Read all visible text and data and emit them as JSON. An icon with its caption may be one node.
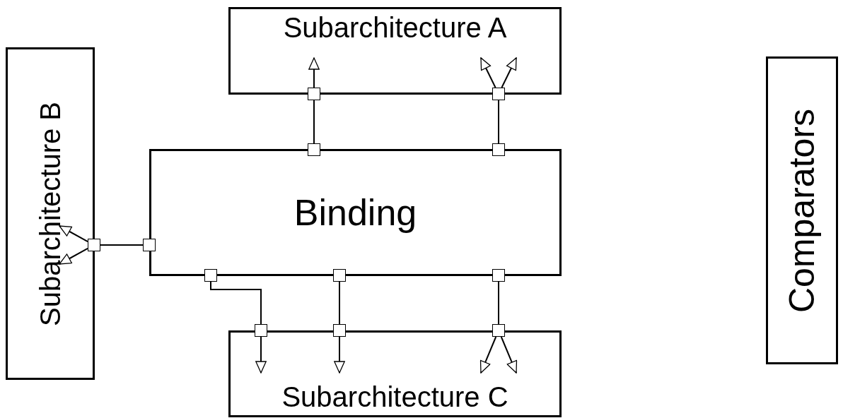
{
  "diagram": {
    "nodes": [
      {
        "text": [
          "Subarchitecture A"
        ]
      },
      {
        "text": [
          "Subarchitecture B"
        ]
      },
      {
        "text": [
          "Binding"
        ]
      },
      {
        "text": [
          "Subarchitecture C"
        ]
      },
      {
        "text": [
          "Comparators"
        ]
      },
      {
        "text": [],
        "shape": "box"
      },
      {
        "text": [],
        "shape": "box"
      },
      {
        "text": [],
        "shape": "box"
      },
      {
        "text": [],
        "shape": "box"
      },
      {
        "text": [],
        "shape": "box"
      },
      {
        "text": [],
        "shape": "box"
      },
      {
        "text": [],
        "shape": "box"
      },
      {
        "text": [],
        "shape": "box"
      },
      {
        "text": [],
        "shape": "box"
      },
      {
        "text": [],
        "shape": "box"
      },
      {
        "text": [],
        "shape": "box"
      },
      {
        "text": [],
        "shape": "box"
      }
    ],
    "edges": [
      {
        "from": 7,
        "to": 5,
        "arrow": "none"
      },
      {
        "from": 8,
        "to": 6,
        "arrow": "none"
      },
      {
        "from": 10,
        "to": 9,
        "arrow": "none"
      },
      {
        "from": 11,
        "to": 14,
        "arrow": "none"
      },
      {
        "from": 12,
        "to": 15,
        "arrow": "none"
      },
      {
        "from": 13,
        "to": 16,
        "arrow": "none"
      },
      {
        "from": 5,
        "to": 0,
        "arrow": "to"
      },
      {
        "from": 6,
        "to": 0,
        "arrow": "to"
      },
      {
        "from": 6,
        "to": 0,
        "arrow": "to"
      },
      {
        "from": 9,
        "to": 1,
        "arrow": "to"
      },
      {
        "from": 9,
        "to": 1,
        "arrow": "to"
      },
      {
        "from": 14,
        "to": 3,
        "arrow": "to"
      },
      {
        "from": 15,
        "to": 3,
        "arrow": "to"
      },
      {
        "from": 16,
        "to": 3,
        "arrow": "to"
      },
      {
        "from": 16,
        "to": 3,
        "arrow": "to"
      }
    ]
  }
}
